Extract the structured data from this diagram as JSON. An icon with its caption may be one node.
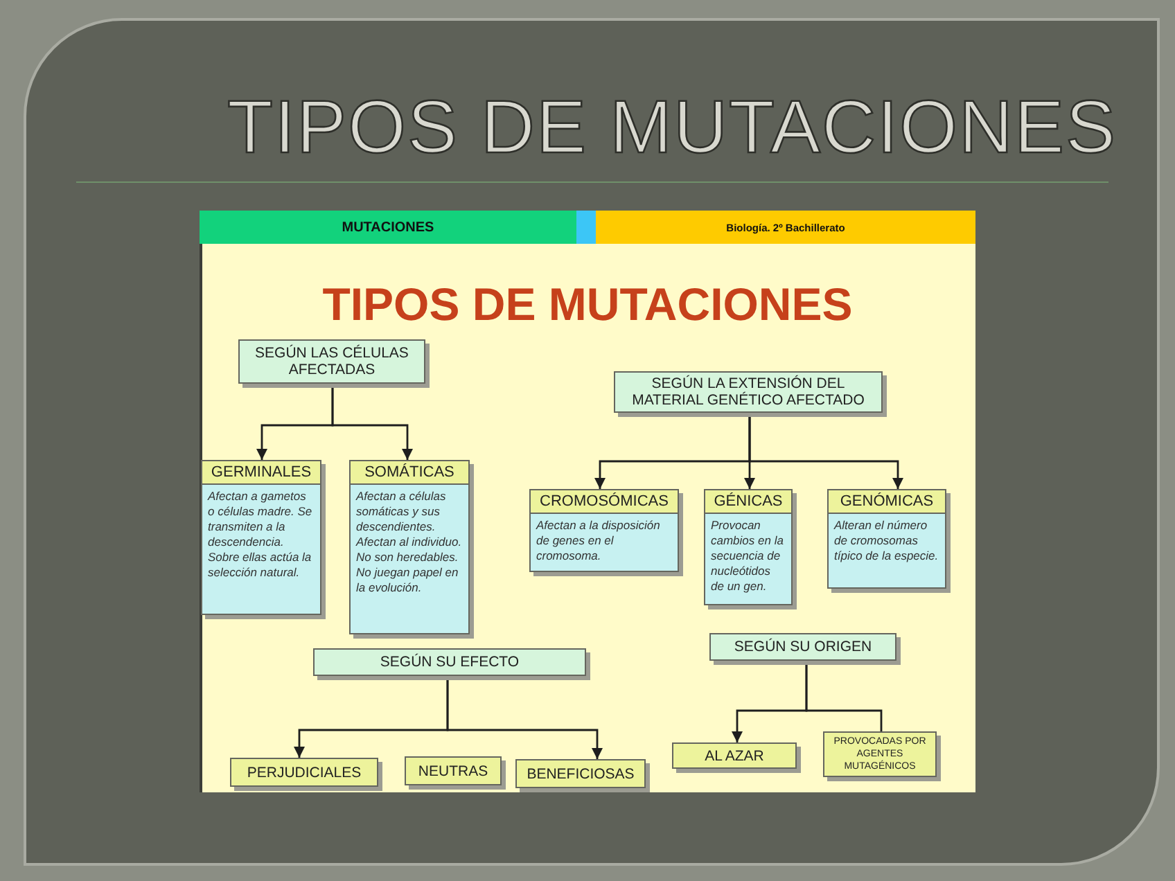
{
  "diagram": {
    "title": "TIPOS DE MUTACIONES",
    "nodes": [
      {
        "text": [
          "MUTACIONES"
        ]
      },
      {
        "text": [
          "Biología. 2º Bachillerato"
        ]
      },
      {
        "text": [
          "SEGÚN LAS CÉLULAS AFECTADAS"
        ]
      },
      {
        "text": [
          "SEGÚN LA EXTENSIÓN DEL MATERIAL GENÉTICO AFECTADO"
        ]
      },
      {
        "text": [
          "GERMINALES",
          "Afectan a gametos o células madre. Se transmiten a la descendencia. Sobre ellas actúa la selección natural."
        ]
      },
      {
        "text": [
          "SOMÁTICAS",
          "Afectan a células somáticas y sus descendientes. Afectan al individuo. No son heredables. No juegan papel en la evolución."
        ]
      },
      {
        "text": [
          "CROMOSÓMICAS",
          "Afectan a la disposición de genes en el cromosoma."
        ]
      },
      {
        "text": [
          "GÉNICAS",
          "Provocan cambios en la secuencia de nucleótidos de un gen."
        ]
      },
      {
        "text": [
          "GENÓMICAS",
          "Alteran el número de cromosomas típico de la especie."
        ]
      },
      {
        "text": [
          "SEGÚN SU EFECTO"
        ]
      },
      {
        "text": [
          "SEGÚN SU ORIGEN"
        ]
      },
      {
        "text": [
          "PERJUDICIALES"
        ]
      },
      {
        "text": [
          "NEUTRAS"
        ]
      },
      {
        "text": [
          "BENEFICIOSAS"
        ]
      },
      {
        "text": [
          "AL AZAR"
        ]
      },
      {
        "text": [
          "PROVOCADAS POR AGENTES MUTAGÉNICOS"
        ]
      }
    ],
    "edges": [
      {
        "from": 2,
        "to": 4,
        "arrow": "to"
      },
      {
        "from": 2,
        "to": 5,
        "arrow": "to"
      },
      {
        "from": 3,
        "to": 6,
        "arrow": "to"
      },
      {
        "from": 3,
        "to": 7,
        "arrow": "to"
      },
      {
        "from": 3,
        "to": 8,
        "arrow": "to"
      },
      {
        "from": 9,
        "to": 11,
        "arrow": "to"
      },
      {
        "from": 9,
        "to": 13,
        "arrow": "to"
      },
      {
        "from": 10,
        "to": 14,
        "arrow": "to"
      },
      {
        "from": 10,
        "to": 15,
        "arrow": "none"
      }
    ],
    "labels": [
      "TIPOS DE MUTACIONES"
    ]
  }
}
